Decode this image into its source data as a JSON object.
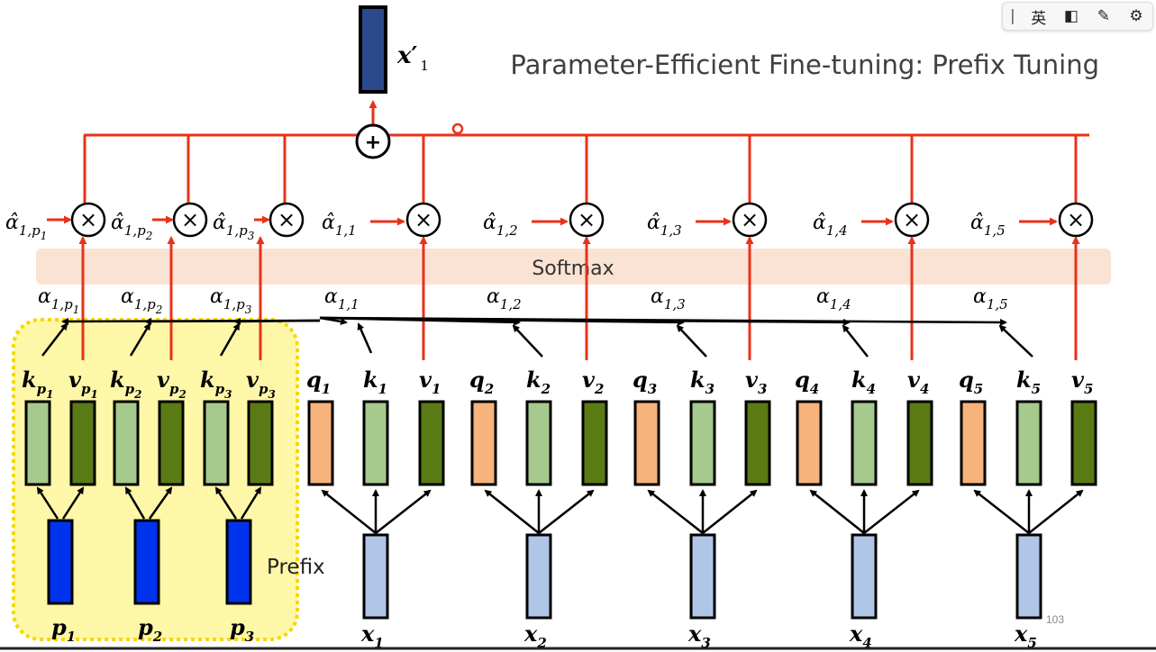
{
  "title": "Parameter-Efficient Fine-tuning: Prefix Tuning",
  "softmax_label": "Softmax",
  "prefix_label": "Prefix",
  "page_number": "103",
  "output": {
    "base": "x",
    "prime": "′",
    "sub": "1"
  },
  "toolbar": {
    "separator": "|",
    "lang": "英",
    "mode_icon": "◧",
    "brush_icon": "✎",
    "gear_icon": "⚙"
  },
  "colors": {
    "red": "#e8321a",
    "output_box": "#2b4a8c",
    "prefix_box": "#0033ee",
    "x_box": "#b0c6e6",
    "q_box": "#f7b37c",
    "k_box": "#a6c98e",
    "v_box": "#5a7a14",
    "prefix_bg": "#fff7a8",
    "prefix_border": "#f5d800",
    "softmax_band": "#fbe3d3"
  },
  "prefix_columns": [
    {
      "k_sub": "p",
      "k_subsub": "1",
      "v_sub": "p",
      "v_subsub": "1",
      "p_sub": "1",
      "alpha_sub": "1,p",
      "alpha_subsub": "1",
      "ahat_sub": "1,p",
      "ahat_subsub": "1"
    },
    {
      "k_sub": "p",
      "k_subsub": "2",
      "v_sub": "p",
      "v_subsub": "2",
      "p_sub": "2",
      "alpha_sub": "1,p",
      "alpha_subsub": "2",
      "ahat_sub": "1,p",
      "ahat_subsub": "2"
    },
    {
      "k_sub": "p",
      "k_subsub": "3",
      "v_sub": "p",
      "v_subsub": "3",
      "p_sub": "3",
      "alpha_sub": "1,p",
      "alpha_subsub": "3",
      "ahat_sub": "1,p",
      "ahat_subsub": "3"
    }
  ],
  "token_columns": [
    {
      "q_sub": "1",
      "k_sub": "1",
      "v_sub": "1",
      "x_sub": "1",
      "alpha_sub": "1,1",
      "ahat_sub": "1,1"
    },
    {
      "q_sub": "2",
      "k_sub": "2",
      "v_sub": "2",
      "x_sub": "2",
      "alpha_sub": "1,2",
      "ahat_sub": "1,2"
    },
    {
      "q_sub": "3",
      "k_sub": "3",
      "v_sub": "3",
      "x_sub": "3",
      "alpha_sub": "1,3",
      "ahat_sub": "1,3"
    },
    {
      "q_sub": "4",
      "k_sub": "4",
      "v_sub": "4",
      "x_sub": "4",
      "alpha_sub": "1,4",
      "ahat_sub": "1,4"
    },
    {
      "q_sub": "5",
      "k_sub": "5",
      "v_sub": "5",
      "x_sub": "5",
      "alpha_sub": "1,5",
      "ahat_sub": "1,5"
    }
  ],
  "symbols": {
    "q": "q",
    "k": "k",
    "v": "v",
    "x": "x",
    "p": "p",
    "alpha": "α",
    "alpha_hat": "α̂",
    "plus": "+",
    "times": "×"
  }
}
